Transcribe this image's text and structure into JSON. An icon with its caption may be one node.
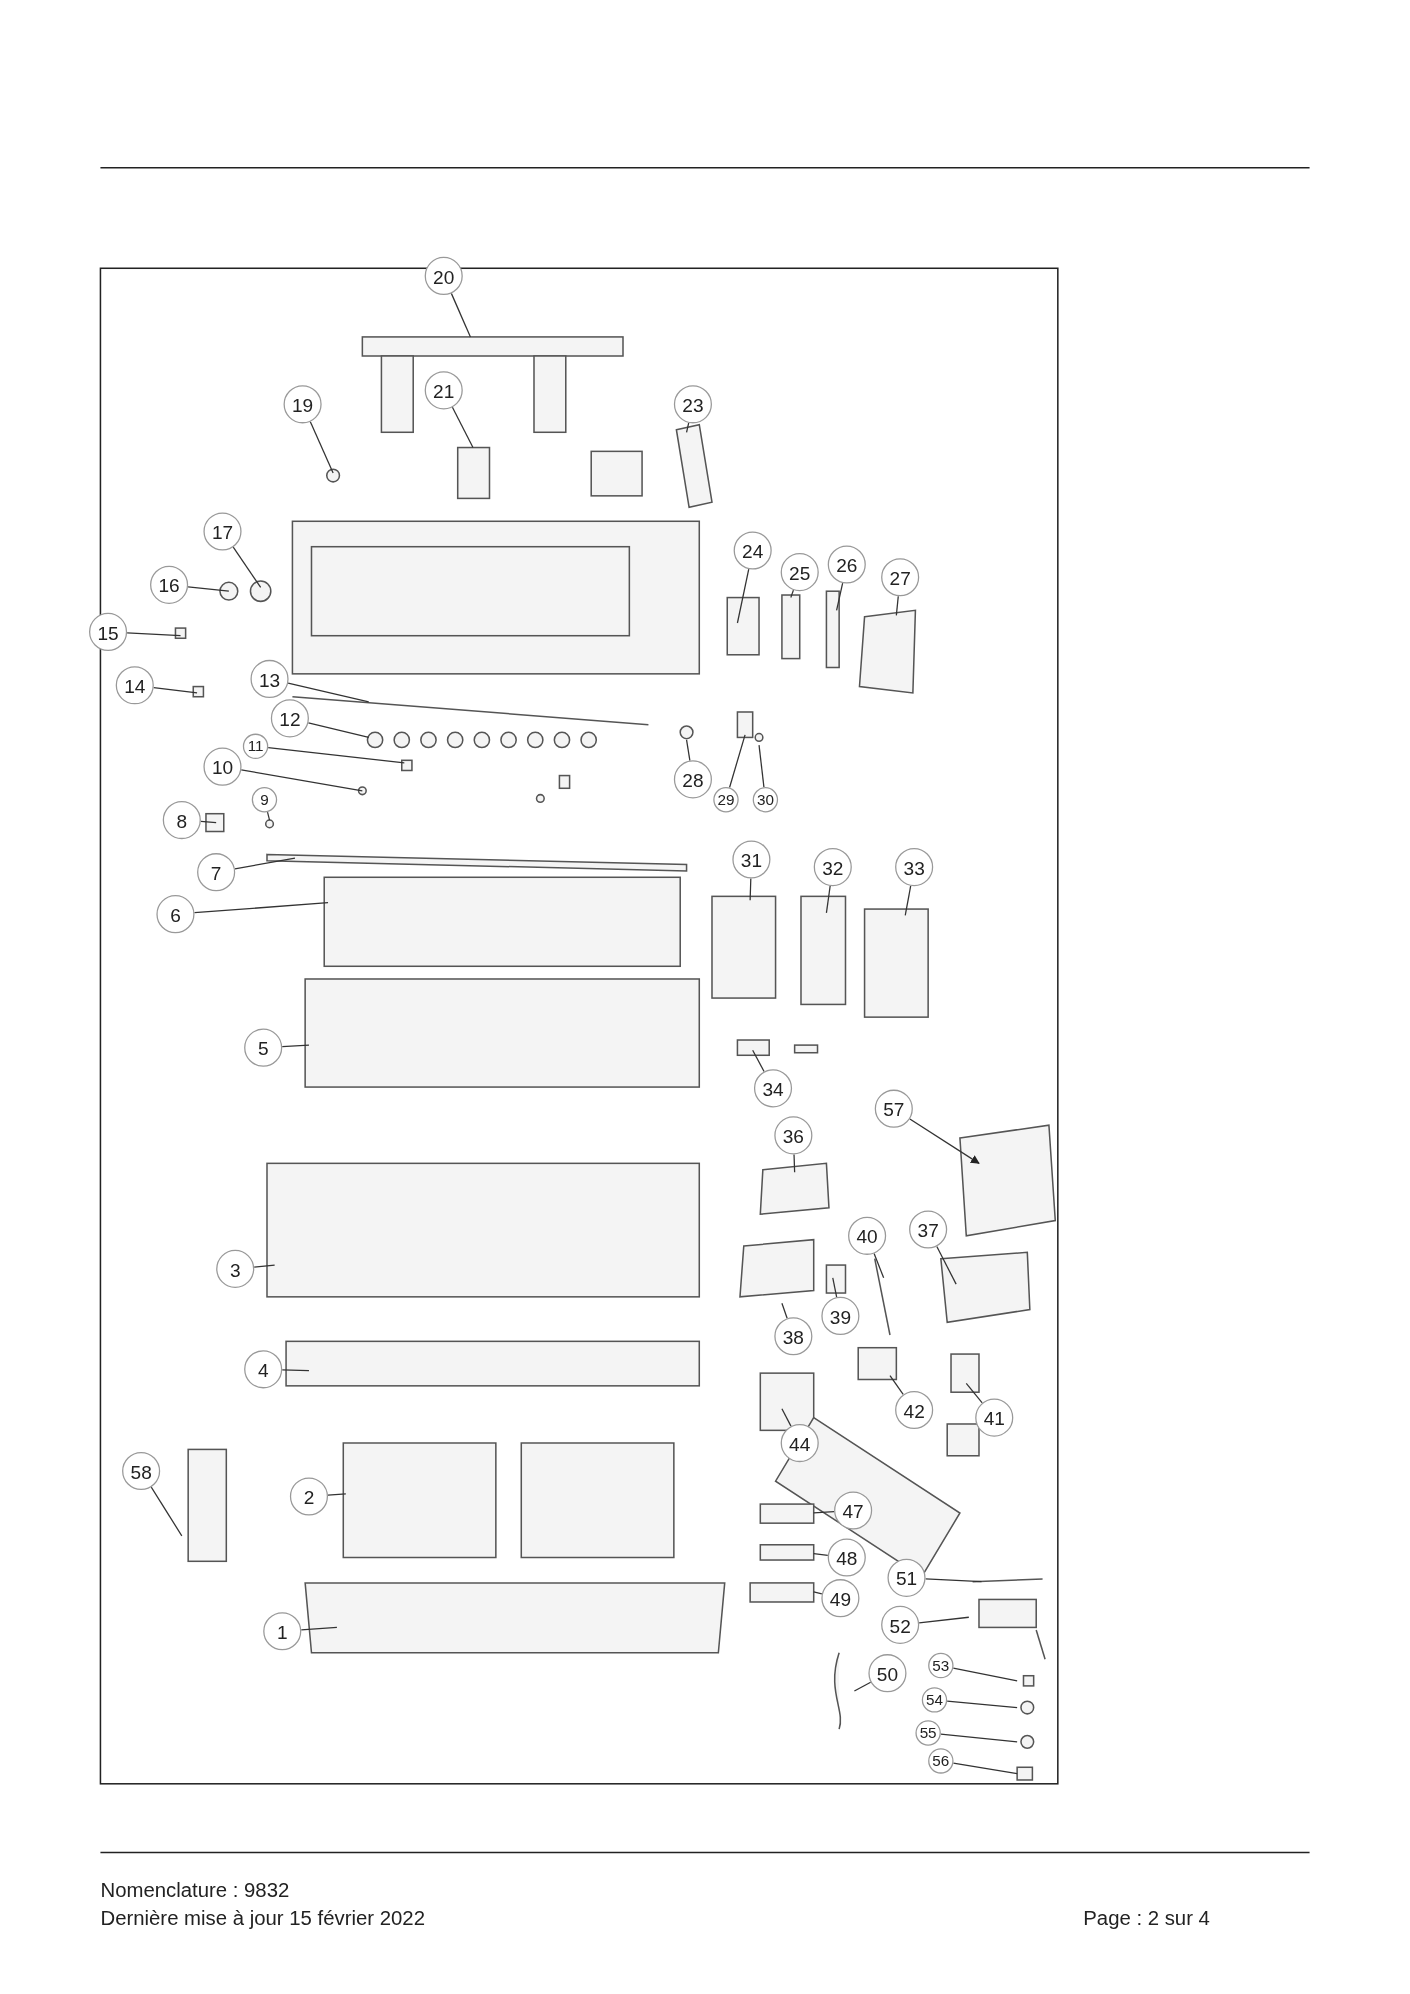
{
  "diagram": {
    "nodes": [
      {
        "text": [
          "20"
        ]
      },
      {
        "text": [
          "19"
        ]
      },
      {
        "text": [
          "21"
        ]
      },
      {
        "text": [
          "23"
        ]
      },
      {
        "text": [
          "17"
        ]
      },
      {
        "text": [
          "16"
        ]
      },
      {
        "text": [
          "24"
        ]
      },
      {
        "text": [
          "25"
        ]
      },
      {
        "text": [
          "26"
        ]
      },
      {
        "text": [
          "27"
        ]
      },
      {
        "text": [
          "15"
        ]
      },
      {
        "text": [
          "14"
        ]
      },
      {
        "text": [
          "13"
        ]
      },
      {
        "text": [
          "12"
        ]
      },
      {
        "text": [
          "11"
        ]
      },
      {
        "text": [
          "10"
        ]
      },
      {
        "text": [
          "9"
        ]
      },
      {
        "text": [
          "8"
        ]
      },
      {
        "text": [
          "28"
        ]
      },
      {
        "text": [
          "29"
        ]
      },
      {
        "text": [
          "30"
        ]
      },
      {
        "text": [
          "7"
        ]
      },
      {
        "text": [
          "6"
        ]
      },
      {
        "text": [
          "31"
        ]
      },
      {
        "text": [
          "32"
        ]
      },
      {
        "text": [
          "33"
        ]
      },
      {
        "text": [
          "5"
        ]
      },
      {
        "text": [
          "34"
        ]
      },
      {
        "text": [
          "57"
        ]
      },
      {
        "text": [
          "36"
        ]
      },
      {
        "text": [
          "40"
        ]
      },
      {
        "text": [
          "37"
        ]
      },
      {
        "text": [
          "3"
        ]
      },
      {
        "text": [
          "39"
        ]
      },
      {
        "text": [
          "38"
        ]
      },
      {
        "text": [
          "4"
        ]
      },
      {
        "text": [
          "42"
        ]
      },
      {
        "text": [
          "41"
        ]
      },
      {
        "text": [
          "44"
        ]
      },
      {
        "text": [
          "58"
        ]
      },
      {
        "text": [
          "2"
        ]
      },
      {
        "text": [
          "47"
        ]
      },
      {
        "text": [
          "48"
        ]
      },
      {
        "text": [
          "49"
        ]
      },
      {
        "text": [
          "51"
        ]
      },
      {
        "text": [
          "52"
        ]
      },
      {
        "text": [
          "1"
        ]
      },
      {
        "text": [
          "50"
        ]
      },
      {
        "text": [
          "53"
        ]
      },
      {
        "text": [
          "54"
        ]
      },
      {
        "text": [
          "55"
        ]
      },
      {
        "text": [
          "56"
        ]
      }
    ],
    "edges": [
      {
        "from": 0,
        "to": null,
        "arrow": "none"
      },
      {
        "from": 1,
        "to": null,
        "arrow": "none"
      },
      {
        "from": 2,
        "to": null,
        "arrow": "none"
      },
      {
        "from": 3,
        "to": null,
        "arrow": "none"
      },
      {
        "from": 4,
        "to": null,
        "arrow": "none"
      },
      {
        "from": 5,
        "to": null,
        "arrow": "none"
      },
      {
        "from": 6,
        "to": null,
        "arrow": "none"
      },
      {
        "from": 7,
        "to": null,
        "arrow": "none"
      },
      {
        "from": 8,
        "to": null,
        "arrow": "none"
      },
      {
        "from": 9,
        "to": null,
        "arrow": "none"
      },
      {
        "from": 10,
        "to": null,
        "arrow": "none"
      },
      {
        "from": 11,
        "to": null,
        "arrow": "none"
      },
      {
        "from": 12,
        "to": null,
        "arrow": "none"
      },
      {
        "from": 13,
        "to": null,
        "arrow": "none"
      },
      {
        "from": 14,
        "to": null,
        "arrow": "none"
      },
      {
        "from": 15,
        "to": null,
        "arrow": "none"
      },
      {
        "from": 16,
        "to": null,
        "arrow": "none"
      },
      {
        "from": 17,
        "to": null,
        "arrow": "none"
      },
      {
        "from": 18,
        "to": null,
        "arrow": "none"
      },
      {
        "from": 19,
        "to": null,
        "arrow": "none"
      },
      {
        "from": 20,
        "to": null,
        "arrow": "none"
      },
      {
        "from": 21,
        "to": null,
        "arrow": "none"
      },
      {
        "from": 22,
        "to": null,
        "arrow": "none"
      },
      {
        "from": 23,
        "to": null,
        "arrow": "none"
      },
      {
        "from": 24,
        "to": null,
        "arrow": "none"
      },
      {
        "from": 25,
        "to": null,
        "arrow": "none"
      },
      {
        "from": 26,
        "to": null,
        "arrow": "none"
      },
      {
        "from": 27,
        "to": null,
        "arrow": "none"
      },
      {
        "from": 28,
        "to": null,
        "arrow": "to"
      },
      {
        "from": 29,
        "to": null,
        "arrow": "none"
      },
      {
        "from": 30,
        "to": null,
        "arrow": "none"
      },
      {
        "from": 31,
        "to": null,
        "arrow": "none"
      },
      {
        "from": 32,
        "to": null,
        "arrow": "none"
      },
      {
        "from": 33,
        "to": null,
        "arrow": "none"
      },
      {
        "from": 34,
        "to": null,
        "arrow": "none"
      },
      {
        "from": 35,
        "to": null,
        "arrow": "none"
      },
      {
        "from": 36,
        "to": null,
        "arrow": "none"
      },
      {
        "from": 37,
        "to": null,
        "arrow": "none"
      },
      {
        "from": 38,
        "to": null,
        "arrow": "none"
      },
      {
        "from": 39,
        "to": null,
        "arrow": "none"
      },
      {
        "from": 40,
        "to": null,
        "arrow": "none"
      },
      {
        "from": 41,
        "to": null,
        "arrow": "none"
      },
      {
        "from": 42,
        "to": null,
        "arrow": "none"
      },
      {
        "from": 43,
        "to": null,
        "arrow": "none"
      },
      {
        "from": 44,
        "to": null,
        "arrow": "none"
      },
      {
        "from": 45,
        "to": null,
        "arrow": "none"
      },
      {
        "from": 46,
        "to": null,
        "arrow": "none"
      },
      {
        "from": 47,
        "to": null,
        "arrow": "none"
      },
      {
        "from": 48,
        "to": null,
        "arrow": "none"
      },
      {
        "from": 49,
        "to": null,
        "arrow": "none"
      },
      {
        "from": 50,
        "to": null,
        "arrow": "none"
      },
      {
        "from": 51,
        "to": null,
        "arrow": "none"
      }
    ],
    "labels": [
      "Nomenclature : 9832",
      "Dernière mise à jour 15 février 2022",
      "Page : 2 sur 4"
    ]
  }
}
